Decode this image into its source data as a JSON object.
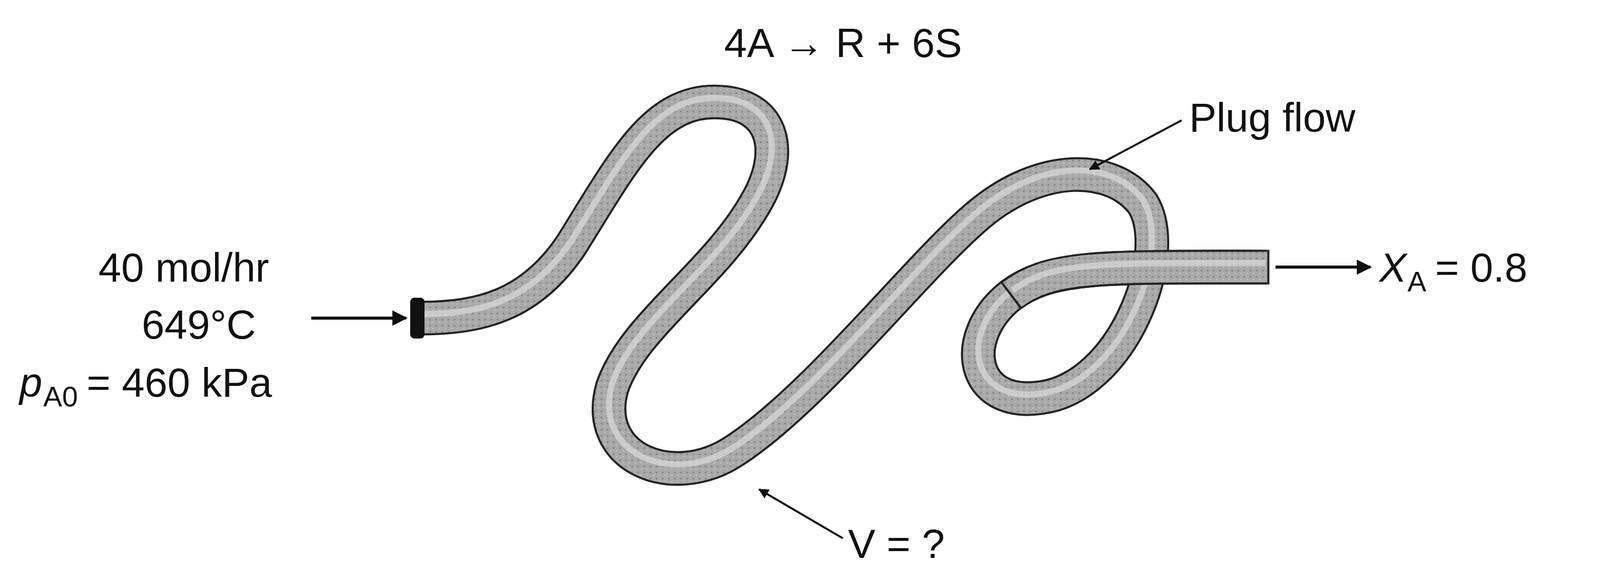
{
  "diagram": {
    "labels": [
      "4A → R + 6S",
      "Plug flow",
      "40 mol/hr",
      "649°C",
      "p",
      "A0",
      "= 460 kPa",
      "X",
      "A",
      "= 0.8",
      "V = ?"
    ]
  }
}
